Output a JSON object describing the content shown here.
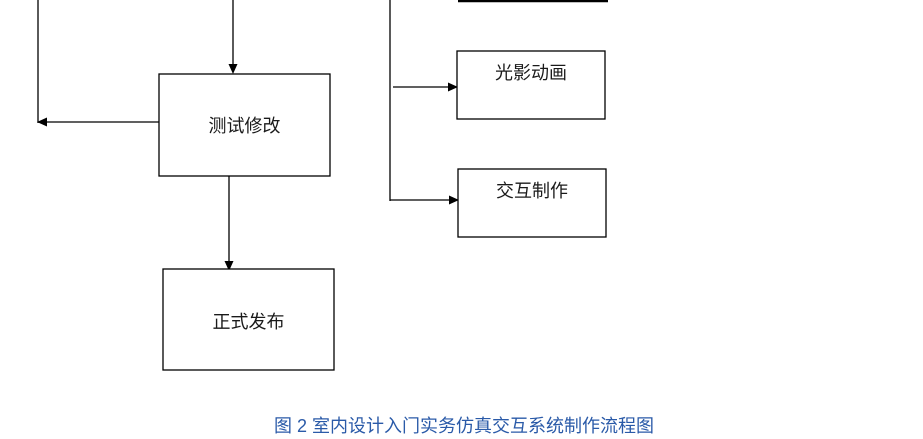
{
  "figure": {
    "caption": "图 2 室内设计入门实务仿真交互系统制作流程图",
    "caption_color": "#2a5aa8",
    "line_color": "#000000",
    "text_color": "#1a1a1a"
  },
  "boxes": {
    "test_modify": {
      "label": "测试修改"
    },
    "formal_release": {
      "label": "正式发布"
    },
    "light_shadow_animation": {
      "label": "光影动画"
    },
    "interaction_production": {
      "label": "交互制作"
    }
  }
}
